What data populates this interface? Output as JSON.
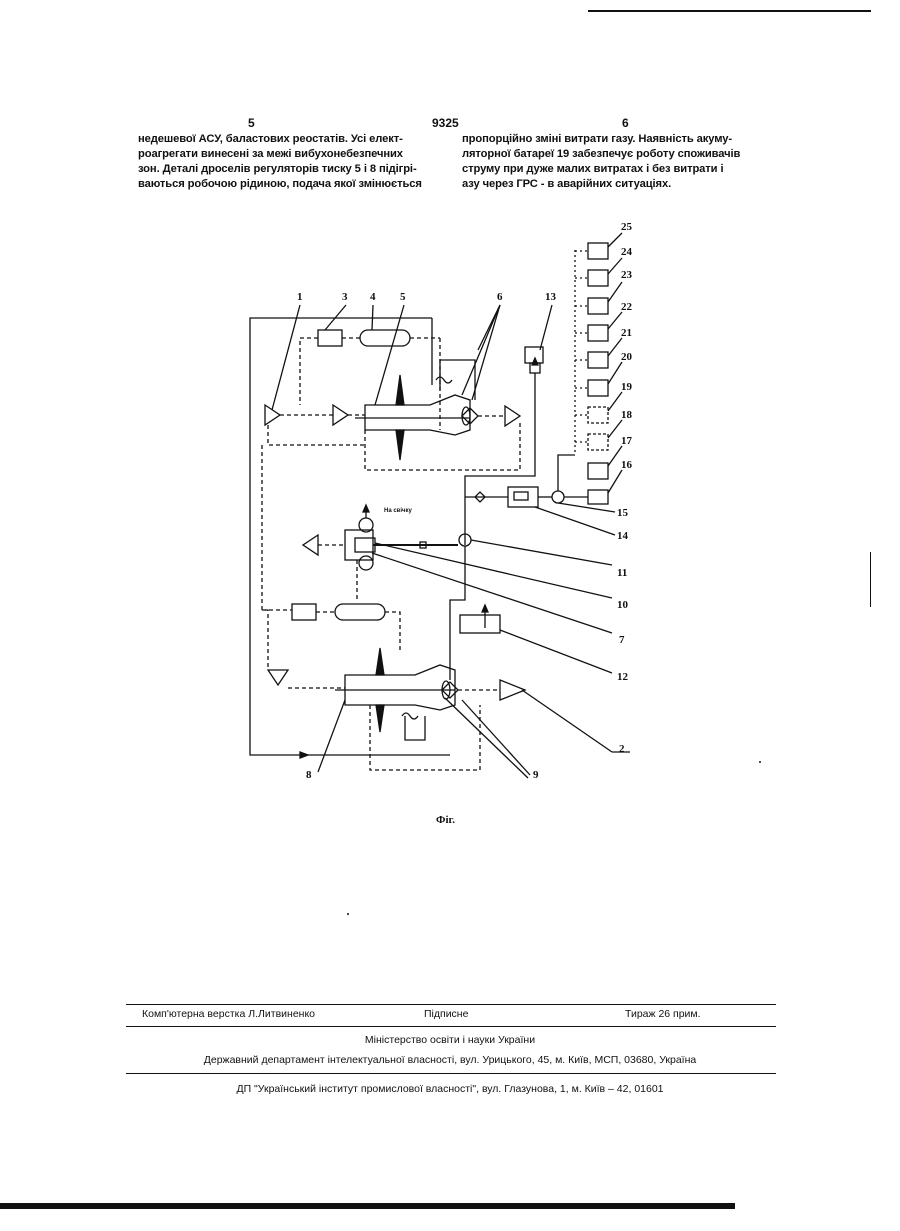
{
  "page": {
    "left_page_number": "5",
    "patent_number": "9325",
    "right_page_number": "6"
  },
  "left_column": [
    "недешевої АСУ, баластових реостатів. Усі елект-",
    "роагрегати винесені за межі вибухонебезпечних",
    "зон. Деталі дроселів регуляторів тиску 5 і 8 підігрі-",
    "ваються робочою рідиною, подача якої змінюється"
  ],
  "right_column": [
    "пропорційно зміні витрати газу. Наявність акуму-",
    "ляторної батареї 19 забезпечує роботу споживачів",
    "струму при дуже малих витратах і без витрати і",
    "азу через ГРС - в аварійних ситуаціях."
  ],
  "figure": {
    "labels": [
      "1",
      "3",
      "4",
      "5",
      "6",
      "13",
      "25",
      "24",
      "23",
      "22",
      "21",
      "20",
      "19",
      "18",
      "17",
      "16",
      "15",
      "14",
      "11",
      "10",
      "7",
      "12",
      "2",
      "9",
      "8"
    ],
    "small_label": "На свічку",
    "caption": "Фіг."
  },
  "footer": {
    "layout": "Комп'ютерна верстка Л.Литвиненко",
    "signed": "Підписне",
    "circulation": "Тираж 26 прим.",
    "ministry": "Міністерство освіти і науки України",
    "department": "Державний департамент інтелектуальної власності, вул. Урицького, 45, м. Київ, МСП, 03680, Україна",
    "institute": "ДП \"Український інститут промислової власності\", вул. Глазунова, 1, м. Київ – 42, 01601"
  }
}
